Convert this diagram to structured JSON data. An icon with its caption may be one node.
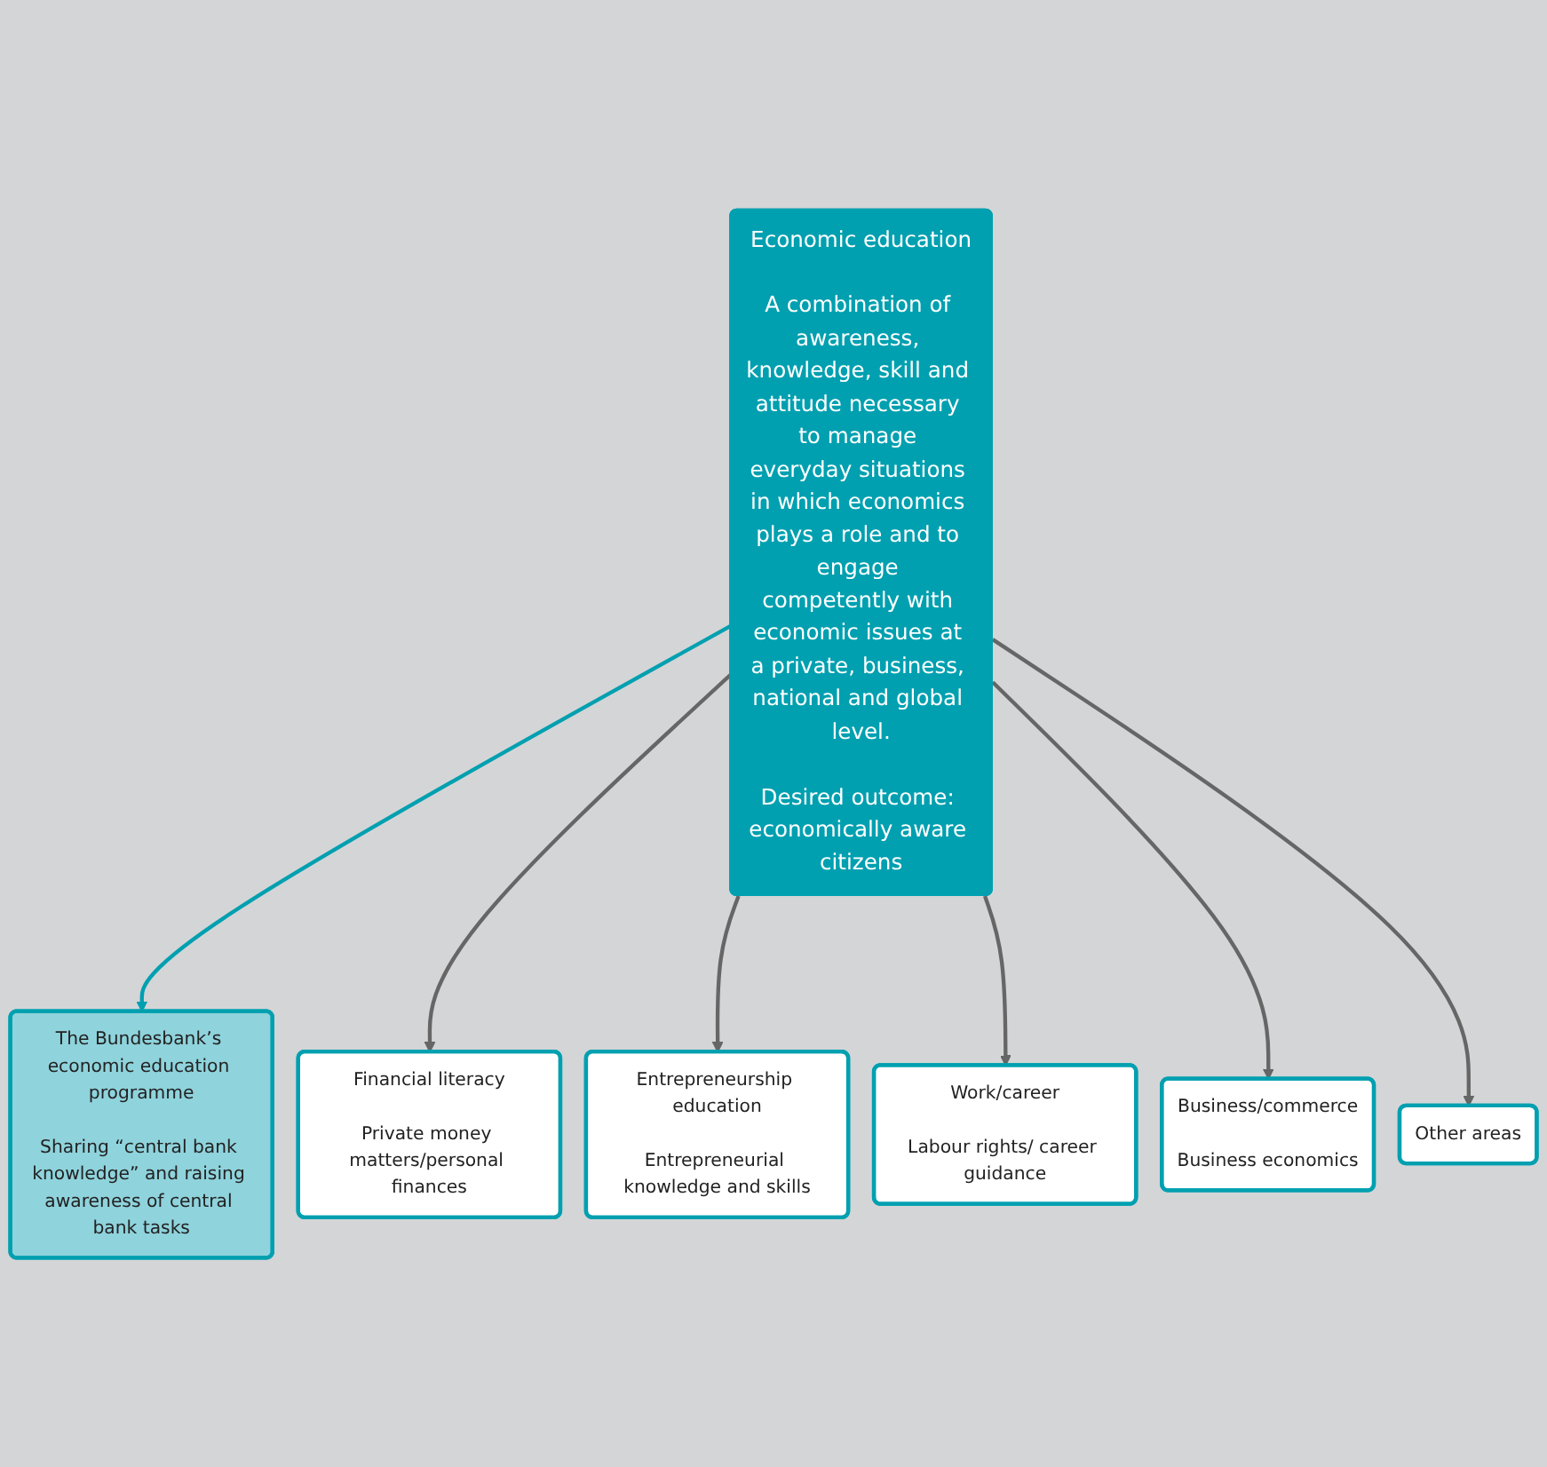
{
  "diagram": {
    "nodes": [
      {
        "text": [
          "Economic education",
          "A combination of awareness, knowledge, skill and attitude necessary to manage everyday situations in which economics plays a role and to engage competently with economic issues at a private, business, national and global level.",
          "Desired outcome: economically aware citizens"
        ]
      },
      {
        "text": [
          "The Bundesbank’s economic education programme",
          "Sharing “central bank knowledge” and raising awareness of central bank tasks"
        ]
      },
      {
        "text": [
          "Financial literacy",
          "Private money matters/personal finances"
        ]
      },
      {
        "text": [
          "Entrepreneurship education",
          "Entrepreneurial knowledge and skills"
        ]
      },
      {
        "text": [
          "Work/career",
          "Labour rights/ career guidance"
        ]
      },
      {
        "text": [
          "Business/commerce",
          "Business economics"
        ]
      },
      {
        "text": [
          "Other areas"
        ]
      }
    ],
    "edges": [
      {
        "from": 0,
        "to": 1,
        "arrow": "to",
        "color": "#00a0b0"
      },
      {
        "from": 0,
        "to": 2,
        "arrow": "to"
      },
      {
        "from": 0,
        "to": 3,
        "arrow": "to"
      },
      {
        "from": 0,
        "to": 4,
        "arrow": "to"
      },
      {
        "from": 0,
        "to": 5,
        "arrow": "to"
      },
      {
        "from": 0,
        "to": 6,
        "arrow": "to"
      }
    ]
  }
}
